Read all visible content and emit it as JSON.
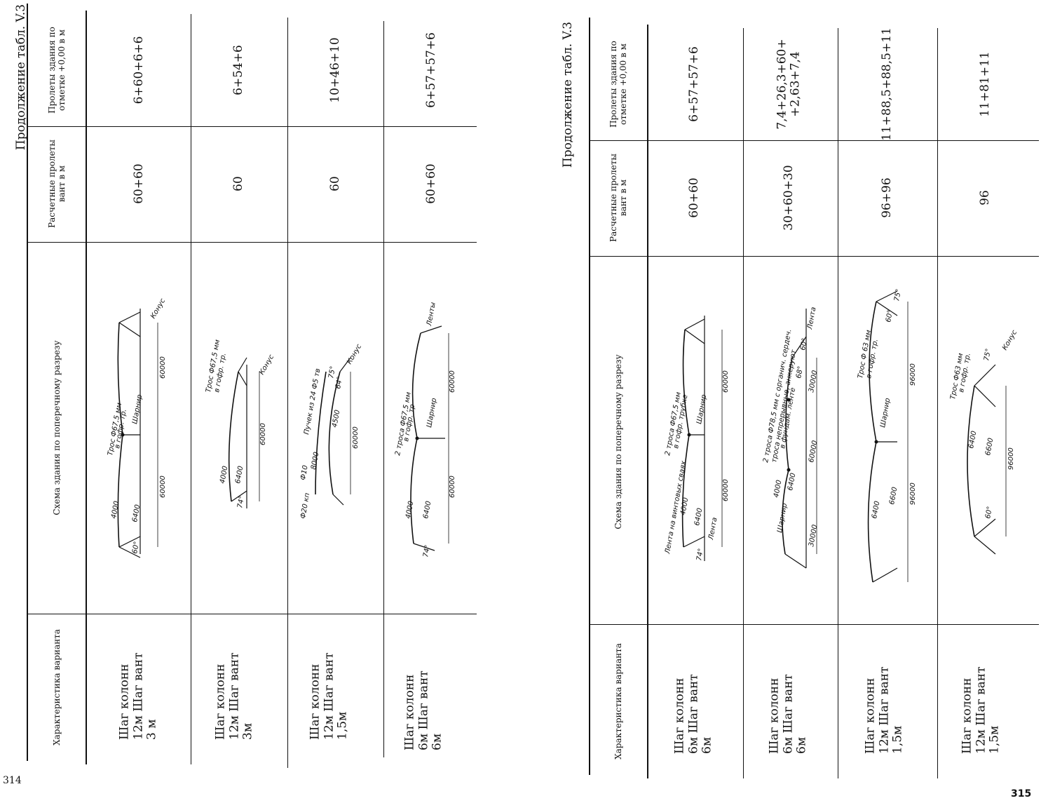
{
  "left_page": {
    "title": "Продолжение табл. V.3",
    "page_number": "314",
    "headers": {
      "characteristic": "Характеристика варианта",
      "scheme": "Схема здания по поперечному разрезу",
      "design_spans": "Расчетные пролеты вант в м",
      "building_spans": "Пролеты здания по отметке +0,00 в м"
    },
    "rows": [
      {
        "characteristic": "Шаг колонн 12м Шаг вант 3 м",
        "design_spans": "60+60",
        "building_spans": "6+60+6+6",
        "labels": {
          "rope": "Трос Ф67,5 мм",
          "rope2": "в гофр. тр.",
          "hinge": "Шарнир",
          "cone": "Конус",
          "angle": "60°",
          "d4000": "4000",
          "d6400": "6400",
          "d60000a": "60000",
          "d60000b": "60000"
        }
      },
      {
        "characteristic": "Шаг колонн 12м Шаг вант 3м",
        "design_spans": "60",
        "building_spans": "6+54+6",
        "labels": {
          "rope": "Трос Ф67,5 мм",
          "rope2": "в гофр. тр.",
          "cone": "Конус",
          "angle": "74°",
          "d4000": "4000",
          "d6400": "6400",
          "d60000": "60000"
        }
      },
      {
        "characteristic": "Шаг колонн 12м Шаг вант 1,5м",
        "design_spans": "60",
        "building_spans": "10+46+10",
        "labels": {
          "bundle": "Пучек из 24 Ф5 тв",
          "cone": "Конус",
          "angle": "75°",
          "angle2": "64°",
          "d8000": "8000",
          "d4500": "4500",
          "d60000": "60000",
          "pipe": "Ф20 кп",
          "bar": "Ф10"
        }
      },
      {
        "characteristic": "Шаг колонн 6м Шаг вант 6м",
        "design_spans": "60+60",
        "building_spans": "6+57+57+6",
        "labels": {
          "rope": "2 троса Ф67,5 мм",
          "rope2": "в гофр. тр",
          "hinge": "Шарнир",
          "tape": "Ленты",
          "angle": "74°",
          "d4000": "4000",
          "d6400": "6400",
          "d60000a": "60000",
          "d60000b": "60000"
        }
      }
    ]
  },
  "right_page": {
    "title": "Продолжение табл. V.3",
    "page_number": "315",
    "headers": {
      "characteristic": "Характеристика варианта",
      "scheme": "Схема здания по поперечному разрезу",
      "design_spans": "Расчетные пролеты вант в м",
      "building_spans": "Пролеты здания по отметке +0,00 в м"
    },
    "rows": [
      {
        "characteristic": "Шаг колонн 6м Шаг вант 6м",
        "design_spans": "60+60",
        "building_spans": "6+57+57+6",
        "labels": {
          "tape_piles": "Лента на винтовых сваях",
          "rope": "2 троса Ф67,5 мм",
          "rope2": "в гофр. трубке",
          "hinge": "Шарнир",
          "tape": "Лента",
          "angle": "74°",
          "d4000": "4000",
          "d6400": "6400",
          "d60000a": "60000",
          "d60000b": "60000"
        }
      },
      {
        "characteristic": "Шаг колонн 6м Шаг вант 6м",
        "design_spans": "30+60+30",
        "building_spans": "7,4+26,3+60+ +2,63+7,4",
        "labels": {
          "rope": "2 троса Ф78,5 мм с органич. сердеч.",
          "rope2": "троса непрерывные, анкеруют",
          "rope3": "в фундам. ленте",
          "hinge": "Шарнир",
          "tape": "Лента",
          "angle": "68°",
          "angle2": "60°",
          "d4000": "4000",
          "d6400": "6400",
          "d30000a": "30000",
          "d30000b": "30000",
          "d60000": "60000"
        }
      },
      {
        "characteristic": "Шаг колонн 12м Шаг вант 1,5м",
        "design_spans": "96+96",
        "building_spans": "11+88,5+88,5+11",
        "labels": {
          "rope": "Трос Ф 63 мм",
          "rope2": "в гофр. тр.",
          "hinge": "Шарнир",
          "angle": "75°",
          "angle2": "60°",
          "d6400": "6400",
          "d6600": "6600",
          "d96000a": "96000",
          "d96000b": "96000"
        }
      },
      {
        "characteristic": "Шаг колонн 12м Шаг вант 1,5м",
        "design_spans": "96",
        "building_spans": "11+81+11",
        "labels": {
          "rope": "Трос Ф63 мм",
          "rope2": "в гофр. тр.",
          "cone": "Конус",
          "angle": "75°",
          "angle2": "60°",
          "d6400": "6400",
          "d6600": "6600",
          "d96000": "96000"
        }
      }
    ]
  }
}
